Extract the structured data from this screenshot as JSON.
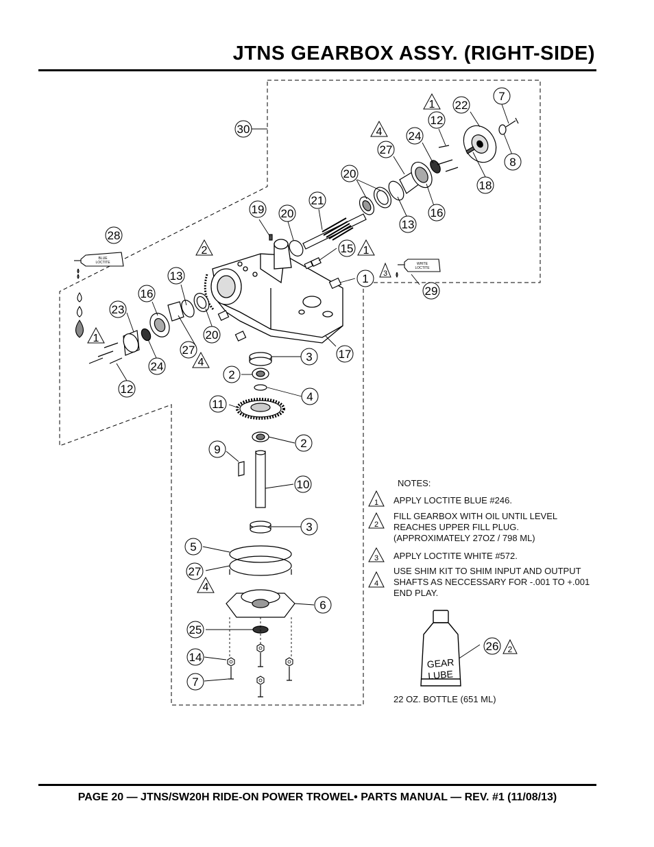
{
  "page": {
    "title": "JTNS GEARBOX ASSY. (RIGHT-SIDE)",
    "footer": "PAGE 20 — JTNS/SW20H RIDE-ON POWER TROWEL• PARTS MANUAL — REV. #1 (11/08/13)"
  },
  "notes": {
    "heading": "NOTES:",
    "items": [
      {
        "num": "1",
        "text": "APPLY LOCTITE BLUE #246."
      },
      {
        "num": "2",
        "text": "FILL GEARBOX WITH OIL UNTIL LEVEL REACHES UPPER FILL PLUG. (APPROXIMATELY 27OZ / 798 ML)"
      },
      {
        "num": "3",
        "text": "APPLY LOCTITE WHITE #572."
      },
      {
        "num": "4",
        "text": "USE SHIM KIT TO SHIM INPUT AND OUTPUT SHAFTS AS NECCESSARY FOR -.001 TO +.001 END PLAY."
      }
    ]
  },
  "bottle": {
    "label_line1": "GEAR",
    "label_line2": "LUBE",
    "caption": "22 OZ. BOTTLE (651 ML)",
    "callout": "26",
    "note_ref": "2"
  },
  "tubes": {
    "blue_line1": "BLUE",
    "blue_line2": "LOCTITE",
    "white_line1": "WHITE",
    "white_line2": "LOCTITE"
  },
  "callouts": {
    "c30": "30",
    "c7a": "7",
    "c22": "22",
    "c12a": "12",
    "c24a": "24",
    "c27a": "27",
    "c8": "8",
    "c18": "18",
    "c16a": "16",
    "c13a": "13",
    "c20a": "20",
    "c21": "21",
    "c19": "19",
    "c20b": "20",
    "c15": "15",
    "c1": "1",
    "c29": "29",
    "c28": "28",
    "c13b": "13",
    "c16b": "16",
    "c23": "23",
    "c20c": "20",
    "c27b": "27",
    "c24b": "24",
    "c12b": "12",
    "c17": "17",
    "c3a": "3",
    "c2a": "2",
    "c4": "4",
    "c11": "11",
    "c2b": "2",
    "c9": "9",
    "c10": "10",
    "c3b": "3",
    "c5": "5",
    "c27c": "27",
    "c6": "6",
    "c25": "25",
    "c14": "14",
    "c7b": "7"
  },
  "note_refs": {
    "t1a": "1",
    "t4a": "4",
    "t2": "2",
    "t1b": "1",
    "t3": "3",
    "t1c": "1",
    "t4b": "4",
    "t4c": "4"
  }
}
